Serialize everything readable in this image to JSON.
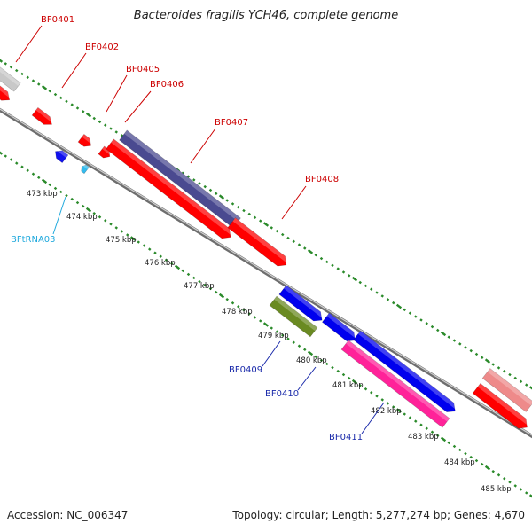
{
  "title": "Bacteroides fragilis YCH46, complete genome",
  "footer": {
    "accession": "Accession: NC_006347",
    "summary": "Topology: circular; Length: 5,277,274 bp; Genes: 4,670"
  },
  "colors": {
    "backbone": "#8a8a8a",
    "tick": "#2a8a2a",
    "red_label": "#cc0000",
    "blue_label": "#1a2aaa",
    "cyan_label": "#22aadd"
  },
  "scale_labels": [
    "473 kbp",
    "474 kbp",
    "475 kbp",
    "476 kbp",
    "477 kbp",
    "478 kbp",
    "479 kbp",
    "480 kbp",
    "481 kbp",
    "482 kbp",
    "483 kbp",
    "484 kbp",
    "485 kbp"
  ],
  "features": [
    {
      "label": "BF0401",
      "color": "#ff0000",
      "strand": "plus"
    },
    {
      "label": "BF0402",
      "color": "#ff0000",
      "strand": "plus"
    },
    {
      "label": "BF0405",
      "color": "#ff0000",
      "strand": "plus"
    },
    {
      "label": "BF0406",
      "color": "#ff0000",
      "strand": "plus"
    },
    {
      "label": "BF0407",
      "color": "#4a4a90",
      "strand": "plus"
    },
    {
      "label": "BF0408",
      "color": "#ff0000",
      "strand": "plus"
    },
    {
      "label": "BFtRNA03",
      "color": "#33bbee",
      "strand": "minus"
    },
    {
      "label": "BF0409",
      "color": "#6a8a22",
      "strand": "minus"
    },
    {
      "label": "BF0410",
      "color": "#0000ee",
      "strand": "minus"
    },
    {
      "label": "BF0411",
      "color": "#ff2299",
      "strand": "minus"
    }
  ]
}
